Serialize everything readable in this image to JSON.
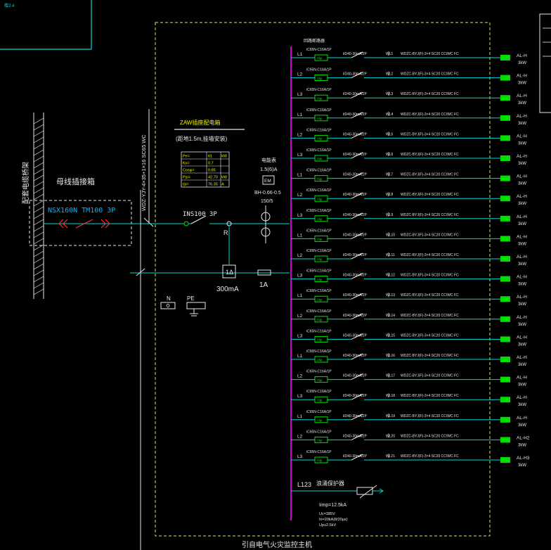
{
  "corner_tag": "楼2.4",
  "wall_label": "配套电缆桥架",
  "busway_box": {
    "title": "母线插接箱",
    "breaker": "NSX160N TM100 3P"
  },
  "incoming_cable": "WDZ-YJY-4×35+1×16 SC65 WC",
  "panel_note_title": "ZAW插座配电箱",
  "panel_note_sub": "(距地1.5m,挂墙安装)",
  "load_table": [
    {
      "name": "Pe=",
      "value": "61",
      "unit": "kW"
    },
    {
      "name": "Kx=",
      "value": "0.7",
      "unit": ""
    },
    {
      "name": "Cosφ=",
      "value": "0.85",
      "unit": ""
    },
    {
      "name": "Pjs=",
      "value": "42.70",
      "unit": "kW"
    },
    {
      "name": "Ijs=",
      "value": "76.35",
      "unit": "A"
    }
  ],
  "main_switch": "INS100 3P",
  "rcd_tag": "R",
  "rcd_rating": "300mA",
  "fuse_rating": "1A",
  "meter": {
    "label": "电能表",
    "type": "1.5(6)A",
    "icon": "EM"
  },
  "ct": {
    "label": "BH-0.66-0.5",
    "ratio": "150/5"
  },
  "terminal_n": "N",
  "terminal_pe": "PE",
  "bottom_caption": "引自电气火灾监控主机",
  "spd": {
    "circuit": "L123",
    "title": "浪涌保护器",
    "model": "Iimp=12.5kA",
    "params": [
      "Uc=385V",
      "In=20kA(8/20μs)",
      "Up≤2.5kV"
    ]
  },
  "branch_header": "回路断路器",
  "circuits": [
    {
      "phase": "L1",
      "breaker": "iC65N-C16A/1P",
      "rcbo": "Vigi",
      "switch": "iID40-30mA/2P",
      "wl": "WL1",
      "cable": "WDZC-BYJ(F)-3×4 SC20 CC/WC FC",
      "box": "AL-H",
      "kw": "3kW"
    },
    {
      "phase": "L2",
      "breaker": "iC65N-C16A/1P",
      "rcbo": "Vigi",
      "switch": "iID40-30mA/2P",
      "wl": "WL2",
      "cable": "WDZC-BYJ(F)-3×4 SC20 CC/WC FC",
      "box": "AL-H",
      "kw": "3kW"
    },
    {
      "phase": "L3",
      "breaker": "iC65N-C16A/1P",
      "rcbo": "Vigi",
      "switch": "iID40-30mA/2P",
      "wl": "WL3",
      "cable": "WDZC-BYJ(F)-3×4 SC20 CC/WC FC",
      "box": "AL-H",
      "kw": "3kW"
    },
    {
      "phase": "L1",
      "breaker": "iC65N-C16A/1P",
      "rcbo": "Vigi",
      "switch": "iID40-30mA/2P",
      "wl": "WL4",
      "cable": "WDZC-BYJ(F)-3×4 SC20 CC/WC FC",
      "box": "AL-H",
      "kw": "3kW"
    },
    {
      "phase": "L2",
      "breaker": "iC65N-C16A/1P",
      "rcbo": "Vigi",
      "switch": "iID40-30mA/2P",
      "wl": "WL5",
      "cable": "WDZC-BYJ(F)-3×4 SC20 CC/WC FC",
      "box": "AL-H",
      "kw": "3kW"
    },
    {
      "phase": "L3",
      "breaker": "iC65N-C16A/1P",
      "rcbo": "Vigi",
      "switch": "iID40-30mA/2P",
      "wl": "WL6",
      "cable": "WDZC-BYJ(F)-3×4 SC20 CC/WC FC",
      "box": "AL-H",
      "kw": "3kW"
    },
    {
      "phase": "L1",
      "breaker": "iC65N-C16A/1P",
      "rcbo": "Vigi",
      "switch": "iID40-30mA/2P",
      "wl": "WL7",
      "cable": "WDZC-BYJ(F)-3×4 SC20 CC/WC FC",
      "box": "AL-H",
      "kw": "3kW"
    },
    {
      "phase": "L2",
      "breaker": "iC65N-C16A/1P",
      "rcbo": "Vigi",
      "switch": "iID40-30mA/2P",
      "wl": "WL8",
      "cable": "WDZC-BYJ(F)-3×4 SC20 CC/WC FC",
      "box": "AL-H",
      "kw": "3kW"
    },
    {
      "phase": "L3",
      "breaker": "iC65N-C16A/1P",
      "rcbo": "Vigi",
      "switch": "iID40-30mA/2P",
      "wl": "WL9",
      "cable": "WDZC-BYJ(F)-3×4 SC20 CC/WC FC",
      "box": "AL-H",
      "kw": "3kW"
    },
    {
      "phase": "L1",
      "breaker": "iC65N-C16A/1P",
      "rcbo": "Vigi",
      "switch": "iID40-30mA/2P",
      "wl": "WL10",
      "cable": "WDZC-BYJ(F)-3×4 SC20 CC/WC FC",
      "box": "AL-H",
      "kw": "3kW"
    },
    {
      "phase": "L2",
      "breaker": "iC65N-C16A/1P",
      "rcbo": "Vigi",
      "switch": "iID40-30mA/2P",
      "wl": "WL11",
      "cable": "WDZC-BYJ(F)-3×4 SC20 CC/WC FC",
      "box": "AL-H",
      "kw": "3kW"
    },
    {
      "phase": "L3",
      "breaker": "iC65N-C16A/1P",
      "rcbo": "Vigi",
      "switch": "iID40-30mA/2P",
      "wl": "WL12",
      "cable": "WDZC-BYJ(F)-3×4 SC20 CC/WC FC",
      "box": "AL-H",
      "kw": "3kW"
    },
    {
      "phase": "L1",
      "breaker": "iC65N-C16A/1P",
      "rcbo": "Vigi",
      "switch": "iID40-30mA/2P",
      "wl": "WL13",
      "cable": "WDZC-BYJ(F)-3×4 SC20 CC/WC FC",
      "box": "AL-H",
      "kw": "3kW"
    },
    {
      "phase": "L2",
      "breaker": "iC65N-C16A/1P",
      "rcbo": "Vigi",
      "switch": "iID40-30mA/2P",
      "wl": "WL14",
      "cable": "WDZC-BYJ(F)-3×4 SC20 CC/WC FC",
      "box": "AL-H",
      "kw": "3kW"
    },
    {
      "phase": "L3",
      "breaker": "iC65N-C16A/1P",
      "rcbo": "Vigi",
      "switch": "iID40-30mA/2P",
      "wl": "WL15",
      "cable": "WDZC-BYJ(F)-3×4 SC20 CC/WC FC",
      "box": "AL-H",
      "kw": "3kW"
    },
    {
      "phase": "L1",
      "breaker": "iC65N-C16A/1P",
      "rcbo": "Vigi",
      "switch": "iID40-30mA/2P",
      "wl": "WL16",
      "cable": "WDZC-BYJ(F)-3×4 SC20 CC/WC FC",
      "box": "AL-H",
      "kw": "3kW"
    },
    {
      "phase": "L2",
      "breaker": "iC65N-C16A/1P",
      "rcbo": "Vigi",
      "switch": "iID40-30mA/2P",
      "wl": "WL17",
      "cable": "WDZC-BYJ(F)-3×4 SC20 CC/WC FC",
      "box": "AL-H",
      "kw": "3kW"
    },
    {
      "phase": "L3",
      "breaker": "iC65N-C16A/1P",
      "rcbo": "Vigi",
      "switch": "iID40-30mA/2P",
      "wl": "WL18",
      "cable": "WDZC-BYJ(F)-3×4 SC20 CC/WC FC",
      "box": "AL-H",
      "kw": "3kW"
    },
    {
      "phase": "L1",
      "breaker": "iC65N-C16A/1P",
      "rcbo": "Vigi",
      "switch": "iID40-30mA/2P",
      "wl": "WL19",
      "cable": "WDZC-BYJ(F)-3×4 SC20 CC/WC FC",
      "box": "AL-H",
      "kw": "3kW"
    },
    {
      "phase": "L2",
      "breaker": "iC65N-C16A/1P",
      "rcbo": "Vigi",
      "switch": "iID40-30mA/2P",
      "wl": "WL20",
      "cable": "WDZC-BYJ(F)-3×4 SC20 CC/WC FC",
      "box": "AL-H2",
      "kw": "3kW"
    },
    {
      "phase": "L3",
      "breaker": "iC65N-C16A/1P",
      "rcbo": "Vigi",
      "switch": "iID40-30mA/2P",
      "wl": "WL21",
      "cable": "WDZC-BYJ(F)-3×4 SC20 CC/WC FC",
      "box": "AL-H3",
      "kw": "3kW"
    }
  ],
  "colors": {
    "background": "#000000",
    "wire": "#00d8d8",
    "busbar": "#d000d0",
    "frame": "#e8e060",
    "breaker": "#00e000",
    "text_white": "#e8e8e8",
    "text_yellow": "#f0f000",
    "busway_text": "#00b8ff",
    "red": "#ff3030"
  }
}
